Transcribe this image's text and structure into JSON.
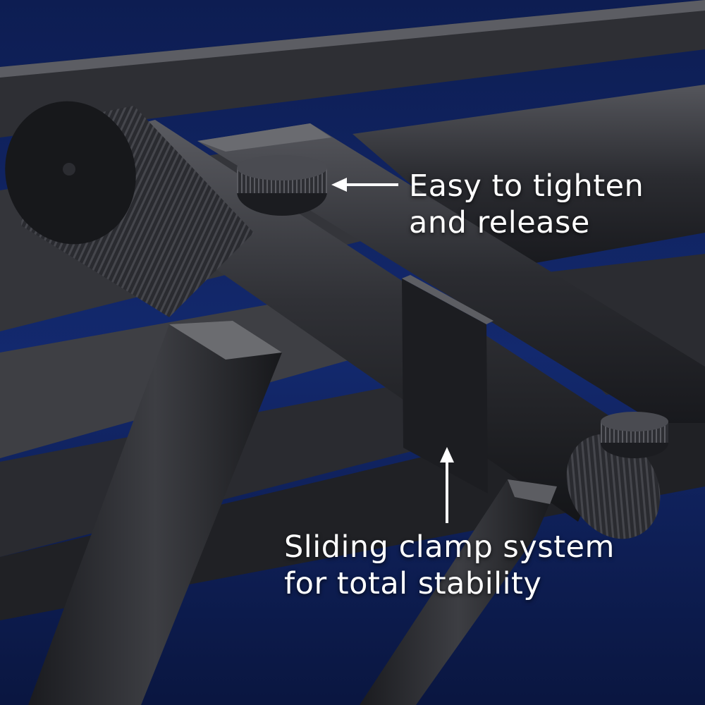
{
  "callouts": {
    "tighten": {
      "line1": "Easy to tighten",
      "line2": "and release"
    },
    "clamp": {
      "line1": "Sliding clamp system",
      "line2": "for total stability"
    }
  },
  "colors": {
    "background_blue": "#0c1b4a",
    "metal_dark": "#1b1c20",
    "metal_mid": "#3a3b40",
    "metal_light": "#55565c",
    "text": "#ffffff"
  }
}
